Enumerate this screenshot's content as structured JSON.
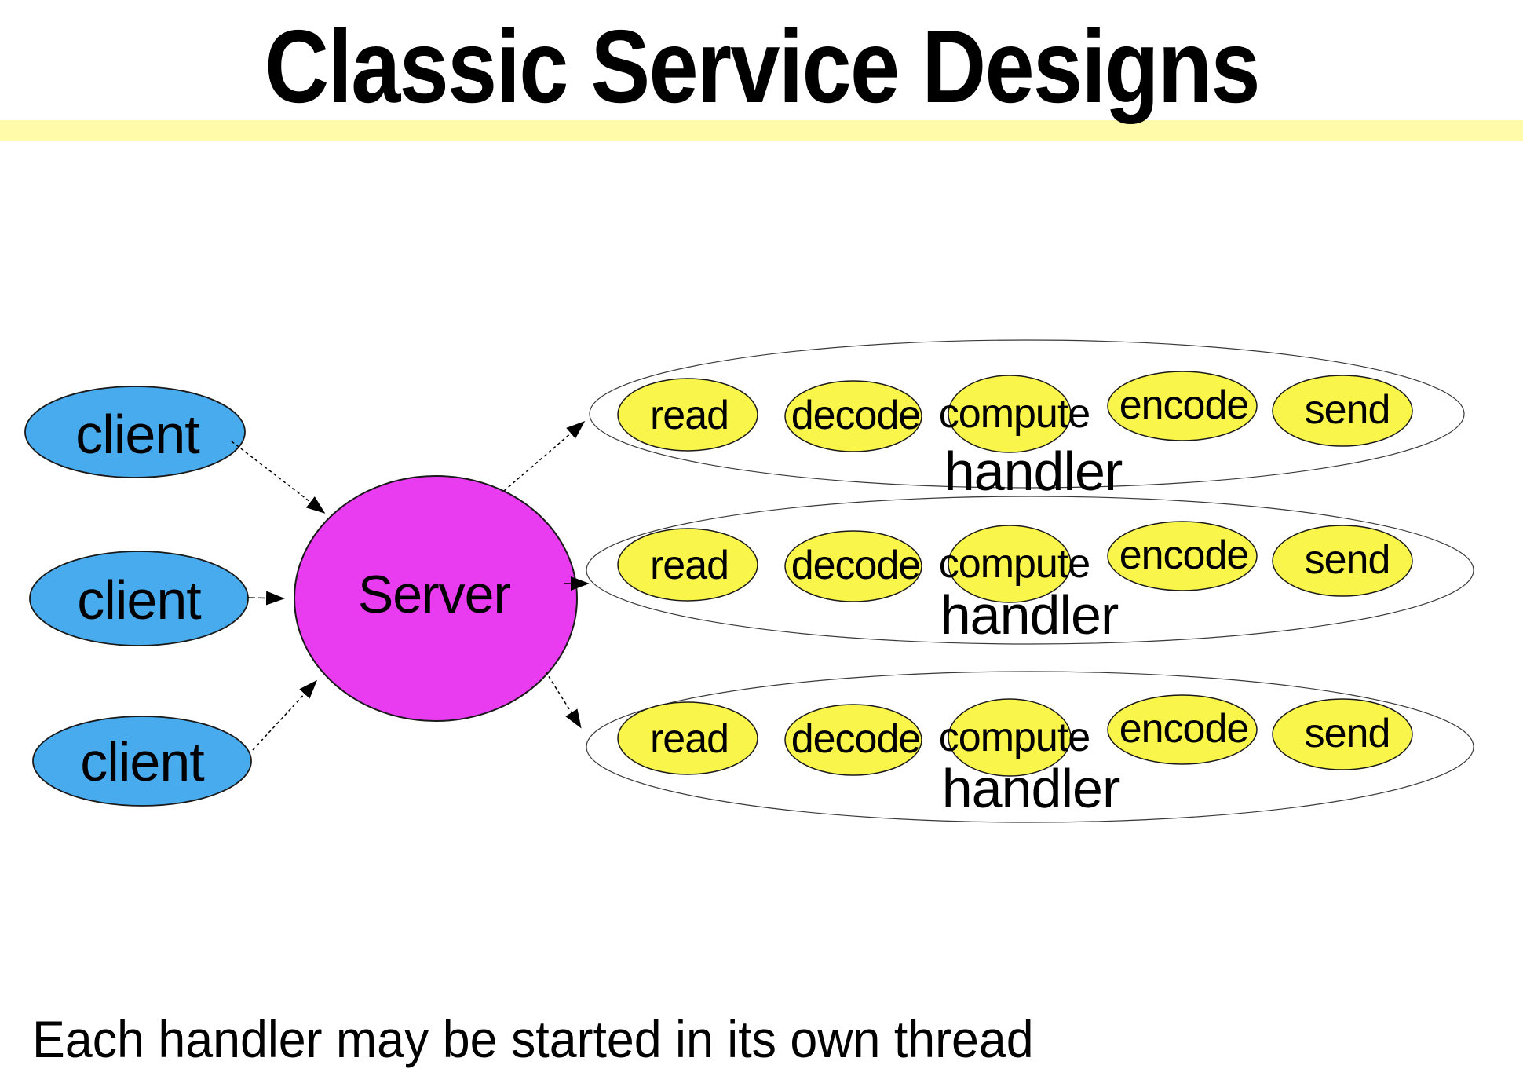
{
  "slide": {
    "title": "Classic Service Designs",
    "footer": "Each handler may be started in its own thread"
  },
  "colors": {
    "accent_bar": "#FFFBA8",
    "client_fill": "#48ABEE",
    "server_fill": "#E93BEF",
    "stage_fill": "#F9F54A",
    "handler_fill": "#FFFFFF",
    "outline": "#1A1A1A",
    "thin_outline": "#3A3A3A",
    "arrow": "#000000"
  },
  "clients": [
    {
      "label": "client"
    },
    {
      "label": "client"
    },
    {
      "label": "client"
    }
  ],
  "server": {
    "label": "Server"
  },
  "handlers": [
    {
      "label": "handler",
      "stages": [
        "read",
        "decode",
        "compute",
        "encode",
        "send"
      ]
    },
    {
      "label": "handler",
      "stages": [
        "read",
        "decode",
        "compute",
        "encode",
        "send"
      ]
    },
    {
      "label": "handler",
      "stages": [
        "read",
        "decode",
        "compute",
        "encode",
        "send"
      ]
    }
  ]
}
